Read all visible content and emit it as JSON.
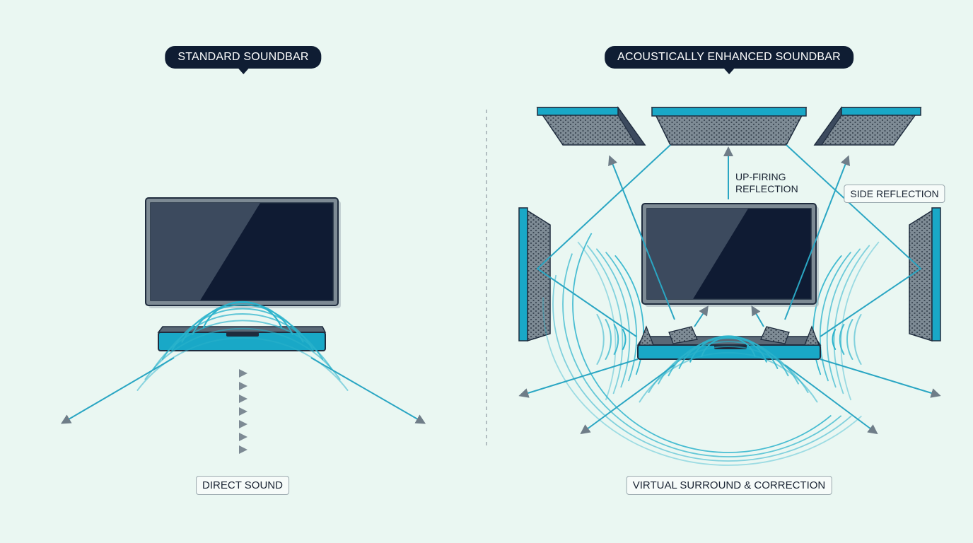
{
  "left_panel": {
    "title": "STANDARD SOUNDBAR",
    "caption": "DIRECT SOUND"
  },
  "right_panel": {
    "title": "ACOUSTICALLY ENHANCED SOUNDBAR",
    "caption": "VIRTUAL SURROUND & CORRECTION",
    "annotations": {
      "up_firing_line1": "UP-FIRING",
      "up_firing_line2": "REFLECTION",
      "side_reflection": "SIDE REFLECTION"
    }
  },
  "colors": {
    "background": "#eaf7f2",
    "teal": "#19a8c7",
    "wave": "#2bb3cc",
    "navy": "#0f1d33",
    "gray": "#7d8a94",
    "arrow": "#6f7d88"
  }
}
